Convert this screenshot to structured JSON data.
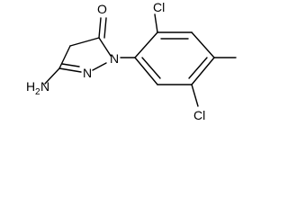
{
  "molecule": {
    "atoms": {
      "oxygen": "O",
      "nitrogen_ring": "N",
      "nitrogen_imine": "N",
      "amine": "H",
      "amine_n": "N",
      "amine_sub": "2",
      "chlorine_top": "Cl",
      "chlorine_bottom": "Cl"
    },
    "colors": {
      "bond": "#000000",
      "label": "#000000"
    }
  }
}
